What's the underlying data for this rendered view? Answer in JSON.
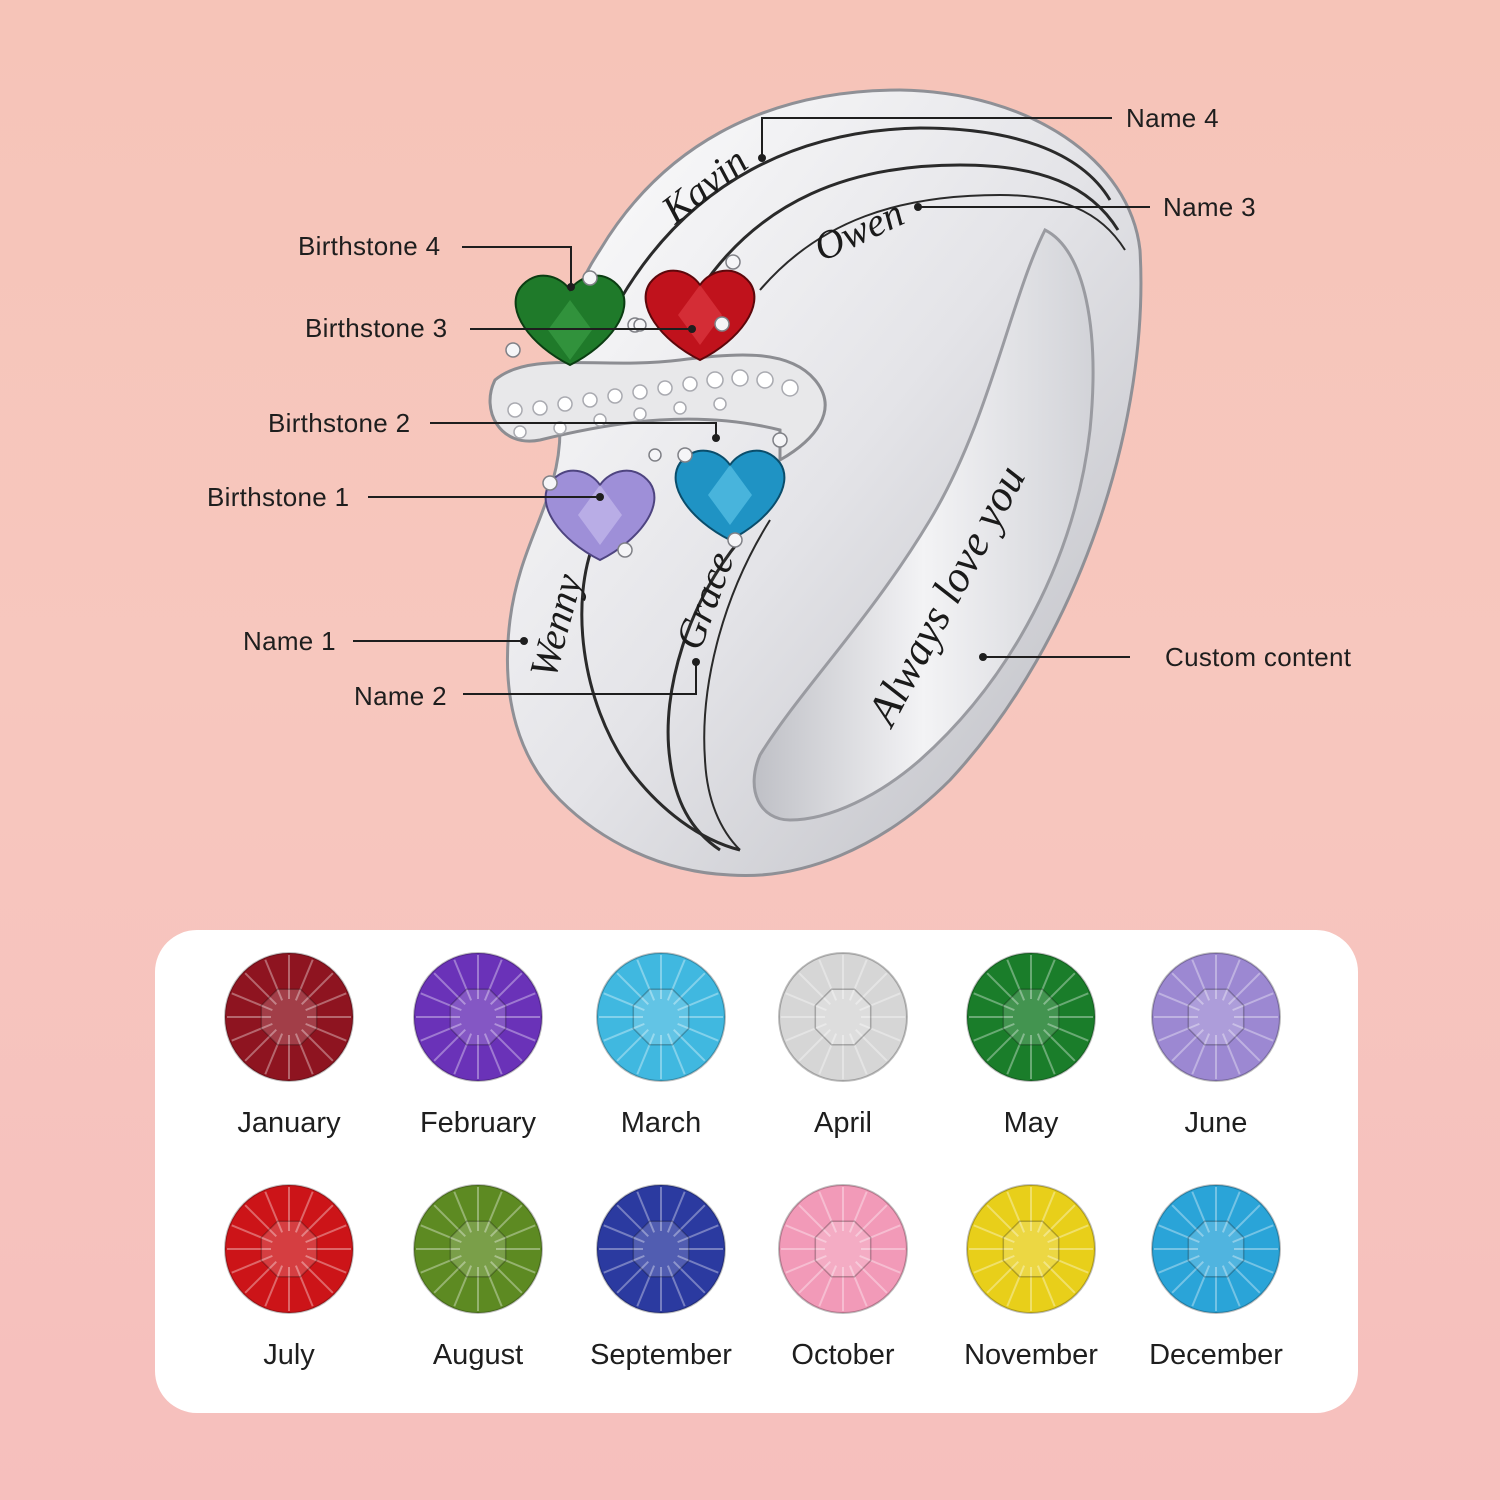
{
  "ring": {
    "engravings": {
      "name1": "Wenny",
      "name2": "Grace",
      "name3": "Owen",
      "name4": "Kavin",
      "custom": "Always love you"
    },
    "callouts": {
      "name4": "Name 4",
      "name3": "Name 3",
      "birthstone4": "Birthstone 4",
      "birthstone3": "Birthstone 3",
      "birthstone2": "Birthstone 2",
      "birthstone1": "Birthstone 1",
      "name1": "Name 1",
      "name2": "Name 2",
      "custom": "Custom content"
    },
    "stone_colors": {
      "birthstone4": "#1f7a2a",
      "birthstone3": "#c0121c",
      "birthstone2": "#1f93c4",
      "birthstone1": "#9e8fd8"
    },
    "metal_color": "#e9e9ec"
  },
  "birthstone_chart": {
    "months": [
      {
        "label": "January",
        "color": "#8e1420"
      },
      {
        "label": "February",
        "color": "#6a32b8"
      },
      {
        "label": "March",
        "color": "#40b8e0"
      },
      {
        "label": "April",
        "color": "#d6d6d6"
      },
      {
        "label": "May",
        "color": "#1a7d2a"
      },
      {
        "label": "June",
        "color": "#9c88d2"
      },
      {
        "label": "July",
        "color": "#cc1418"
      },
      {
        "label": "August",
        "color": "#5d8a22"
      },
      {
        "label": "September",
        "color": "#2b3aa0"
      },
      {
        "label": "October",
        "color": "#f29ab8"
      },
      {
        "label": "November",
        "color": "#e8cf1a"
      },
      {
        "label": "December",
        "color": "#2aa4d8"
      }
    ]
  }
}
